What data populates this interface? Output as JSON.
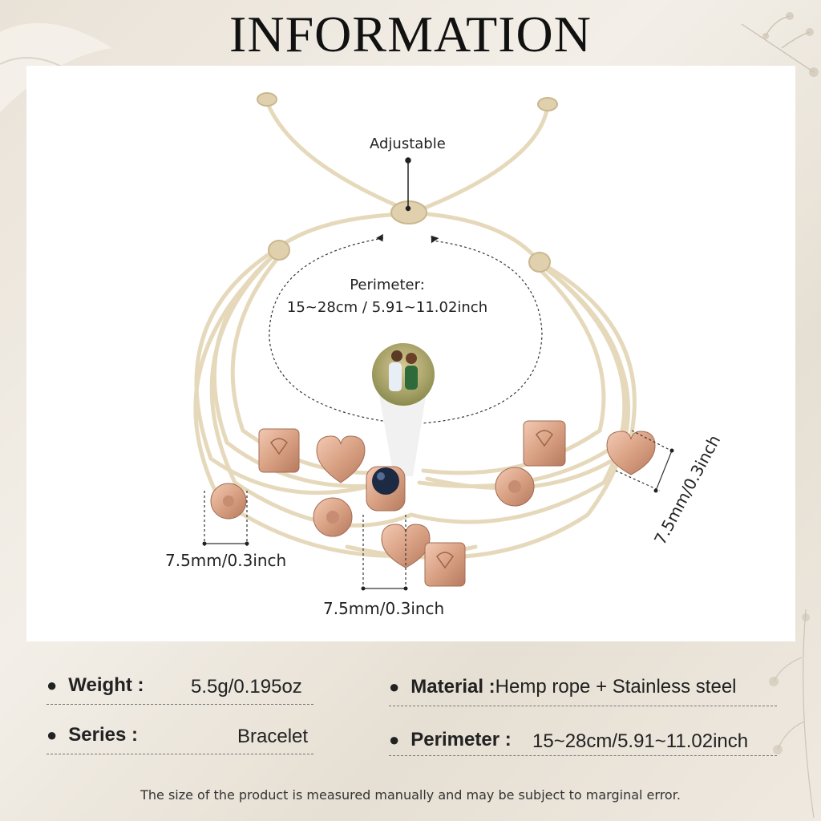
{
  "title": "INFORMATION",
  "diagram": {
    "adjustable_label": "Adjustable",
    "perimeter_label": "Perimeter:",
    "perimeter_value": "15~28cm / 5.91~11.02inch",
    "dim_left": "7.5mm/0.3inch",
    "dim_center": "7.5mm/0.3inch",
    "dim_right": "7.5mm/0.3inch"
  },
  "specs": {
    "weight_key": "Weight :",
    "weight_value": "5.5g/0.195oz",
    "series_key": "Series :",
    "series_value": "Bracelet",
    "material_key": "Material :",
    "material_value": "Hemp rope + Stainless steel",
    "perimeter_key": "Perimeter :",
    "perimeter_value": "15~28cm/5.91~11.02inch"
  },
  "note": "The size of the product is measured manually and may be subject to marginal error.",
  "colors": {
    "rope": "#e8dcc0",
    "rose_gold": "#d9a98e",
    "background": "#ece6dc"
  }
}
